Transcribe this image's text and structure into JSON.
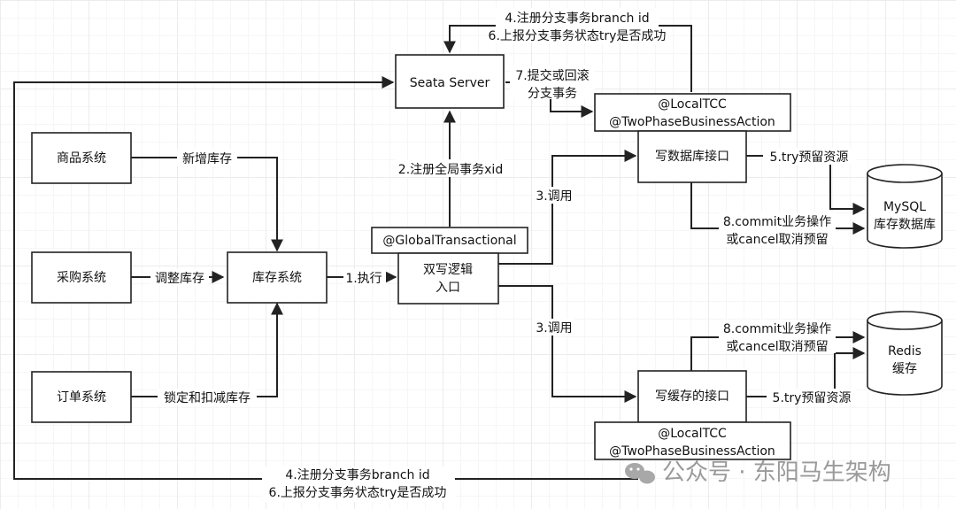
{
  "nodes": {
    "seata_server": "Seata Server",
    "goods_system": "商品系统",
    "purchase_system": "采购系统",
    "order_system": "订单系统",
    "inventory_system": "库存系统",
    "global_tx_annotation": "@GlobalTransactional",
    "dual_write_entry_line1": "双写逻辑",
    "dual_write_entry_line2": "入口",
    "tcc_db_annotation_line1": "@LocalTCC",
    "tcc_db_annotation_line2": "@TwoPhaseBusinessAction",
    "write_db_api": "写数据库接口",
    "write_cache_api": "写缓存的接口",
    "tcc_cache_annotation_line1": "@LocalTCC",
    "tcc_cache_annotation_line2": "@TwoPhaseBusinessAction",
    "mysql_line1": "MySQL",
    "mysql_line2": "库存数据库",
    "redis_line1": "Redis",
    "redis_line2": "缓存"
  },
  "edges": {
    "add_stock": "新增库存",
    "adjust_stock": "调整库存",
    "lock_deduct_stock": "锁定和扣减库存",
    "execute": "1.执行",
    "register_global_xid": "2.注册全局事务xid",
    "invoke_db": "3.调用",
    "invoke_cache": "3.调用",
    "top_register_line1": "4.注册分支事务branch id",
    "top_register_line2": "6.上报分支事务状态try是否成功",
    "bottom_register_line1": "4.注册分支事务branch id",
    "bottom_register_line2": "6.上报分支事务状态try是否成功",
    "commit_rollback_line1": "7.提交或回滚",
    "commit_rollback_line2": "分支事务",
    "db_try": "5.try预留资源",
    "db_commit_line1": "8.commit业务操作",
    "db_commit_line2": "或cancel取消预留",
    "cache_commit_line1": "8.commit业务操作",
    "cache_commit_line2": "或cancel取消预留",
    "cache_try": "5.try预留资源"
  },
  "watermark": {
    "text": "公众号 · 东阳马生架构",
    "icon": "wechat-icon"
  }
}
